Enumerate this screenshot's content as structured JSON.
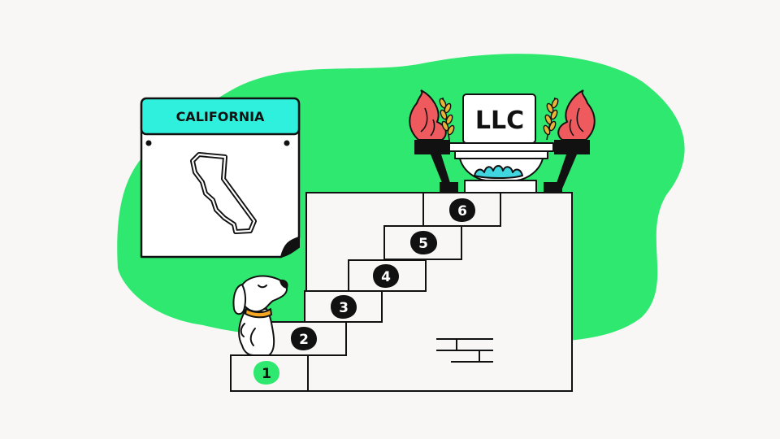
{
  "calendar": {
    "title": "CALIFORNIA",
    "header_color": "#2ff0dc"
  },
  "pedestal": {
    "label": "LLC"
  },
  "steps": [
    {
      "number": "1",
      "badge_color": "#2ee86f",
      "text_color": "#111111"
    },
    {
      "number": "2",
      "badge_color": "#111111",
      "text_color": "#ffffff"
    },
    {
      "number": "3",
      "badge_color": "#111111",
      "text_color": "#ffffff"
    },
    {
      "number": "4",
      "badge_color": "#111111",
      "text_color": "#ffffff"
    },
    {
      "number": "5",
      "badge_color": "#111111",
      "text_color": "#ffffff"
    },
    {
      "number": "6",
      "badge_color": "#111111",
      "text_color": "#ffffff"
    }
  ],
  "colors": {
    "background": "#f8f7f5",
    "blob": "#2ee86f",
    "flame": "#ef5a5f",
    "wheat": "#e8b437",
    "pedestal_leaves": "#3fd6e0",
    "dog_collar": "#f5a623"
  },
  "icons": [
    "california-map-icon",
    "dog-icon",
    "torch-icon",
    "wheat-icon",
    "brick-icon"
  ]
}
